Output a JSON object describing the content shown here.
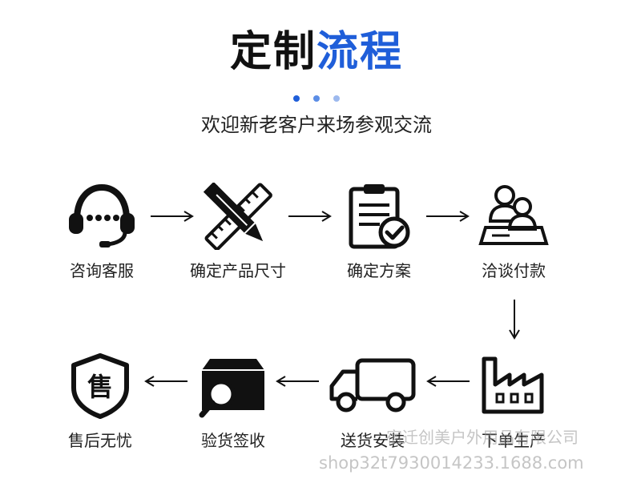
{
  "header": {
    "title_dark": "定制",
    "title_blue": "流程",
    "subtitle": "欢迎新老客户来场参观交流",
    "dot_colors": [
      "#1f5ed9",
      "#5b8de6",
      "#9db9ee"
    ]
  },
  "steps": [
    {
      "label": "咨询客服",
      "icon": "headset-icon"
    },
    {
      "label": "确定产品尺寸",
      "icon": "pencil-ruler-icon"
    },
    {
      "label": "确定方案",
      "icon": "clipboard-check-icon"
    },
    {
      "label": "洽谈付款",
      "icon": "users-meeting-icon"
    },
    {
      "label": "下单生产",
      "icon": "factory-icon"
    },
    {
      "label": "送货安装",
      "icon": "truck-icon"
    },
    {
      "label": "验货签收",
      "icon": "box-inspect-icon"
    },
    {
      "label": "售后无忧",
      "icon": "shield-sale-icon"
    }
  ],
  "shield_glyph": "售",
  "watermark": {
    "company": "宿迁创美户外用品有限公司",
    "shop": "shop32t7930014233.1688.com"
  },
  "colors": {
    "accent": "#1f5ed9",
    "icon": "#111111"
  }
}
